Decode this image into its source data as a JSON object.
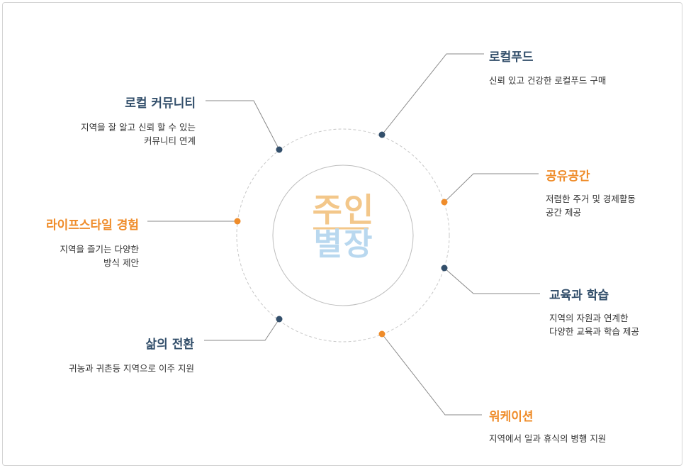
{
  "center": {
    "logo_top": "주인",
    "logo_bottom": "별장"
  },
  "colors": {
    "navy": "#334f6b",
    "orange": "#ef8c2a",
    "logo_top": "#f3c78a",
    "logo_bottom": "#b9d8ef"
  },
  "nodes": [
    {
      "id": "local-food",
      "title": "로컬푸드",
      "desc": [
        "신뢰 있고 건강한 로컬푸드 구매"
      ],
      "color": "navy"
    },
    {
      "id": "shared-space",
      "title": "공유공간",
      "desc": [
        "저렴한 주거 및 경제활동",
        "공간 제공"
      ],
      "color": "orange"
    },
    {
      "id": "education",
      "title": "교육과 학습",
      "desc": [
        "지역의 자원과 연계한",
        "다양한 교육과 학습 제공"
      ],
      "color": "navy"
    },
    {
      "id": "workation",
      "title": "워케이션",
      "desc": [
        "지역에서 일과 휴식의 병행 지원"
      ],
      "color": "orange"
    },
    {
      "id": "local-community",
      "title": "로컬 커뮤니티",
      "desc": [
        "지역을 잘 알고 신뢰 할 수 있는",
        "커뮤니티 연계"
      ],
      "color": "navy"
    },
    {
      "id": "lifestyle",
      "title": "라이프스타일 경험",
      "desc": [
        "지역을 즐기는 다양한",
        "방식 제안"
      ],
      "color": "orange"
    },
    {
      "id": "life-change",
      "title": "삶의 전환",
      "desc": [
        "귀농과 귀촌등 지역으로 이주 지원"
      ],
      "color": "navy"
    }
  ]
}
